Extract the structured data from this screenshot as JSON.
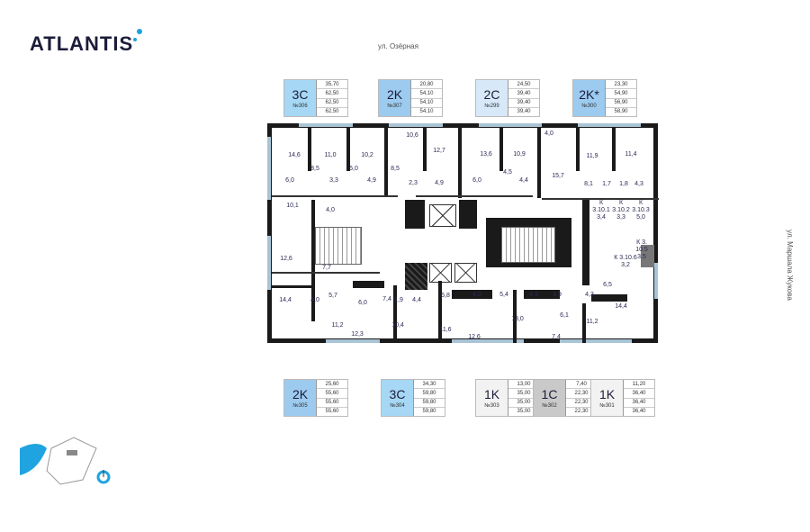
{
  "brand": {
    "name": "ATLANTIS",
    "accent": "#1aa3e0"
  },
  "streets": {
    "top": "ул. Озёрная",
    "right": "ул. Маршала Жукова"
  },
  "colors": {
    "3C": "#a6d7f4",
    "2K": "#9ccbef",
    "2C": "#d7e9f8",
    "1K": "#f2f2f2",
    "1C": "#c9c9c9"
  },
  "top_cards": [
    {
      "type": "3C",
      "number": "№306",
      "values": [
        "35,70",
        "62,50",
        "62,50",
        "62,50"
      ]
    },
    {
      "type": "2K",
      "number": "№307",
      "values": [
        "20,80",
        "54,10",
        "54,10",
        "54,10"
      ]
    },
    {
      "type": "2C",
      "number": "№299",
      "values": [
        "24,50",
        "39,40",
        "39,40",
        "39,40"
      ]
    },
    {
      "type": "2K*",
      "number": "№300",
      "values": [
        "23,30",
        "54,90",
        "56,90",
        "58,90"
      ]
    }
  ],
  "bottom_cards": [
    {
      "type": "2K",
      "number": "№305",
      "values": [
        "25,60",
        "55,60",
        "55,60",
        "55,60"
      ]
    },
    {
      "type": "3C",
      "number": "№304",
      "values": [
        "34,30",
        "59,80",
        "59,80",
        "59,80"
      ]
    },
    {
      "type": "1K",
      "number": "№303",
      "values": [
        "13,00",
        "35,00",
        "35,00",
        "35,00"
      ]
    },
    {
      "type": "1C",
      "number": "№302",
      "values": [
        "7,40",
        "22,30",
        "22,30",
        "22,30"
      ]
    },
    {
      "type": "1K",
      "number": "№301",
      "values": [
        "11,20",
        "36,40",
        "36,40",
        "36,40"
      ]
    }
  ],
  "rooms": [
    "14,6",
    "11,0",
    "10,2",
    "10,6",
    "12,7",
    "8,5",
    "5,0",
    "8,5",
    "6,0",
    "3,3",
    "4,9",
    "2,3",
    "4,9",
    "10,1",
    "4,0",
    "13,6",
    "10,9",
    "4,0",
    "15,7",
    "11,9",
    "11,4",
    "4,5",
    "6,0",
    "4,4",
    "8,1",
    "1,7",
    "1,8",
    "4,3",
    "К\n3.10.1\n3,4",
    "К\n3.10.2\n3,3",
    "К\n3.10.3\n5,0",
    "12,6",
    "7,7",
    "14,4",
    "4,0",
    "5,7",
    "6,0",
    "7,4",
    "1,9",
    "4,4",
    "5,8",
    "11,2",
    "12,3",
    "10,4",
    "11,6",
    "К 3.\n10.5\n3,5",
    "К 3.10.6\n3,2",
    "4,0",
    "5,4",
    "4,9",
    "3,9",
    "4,3",
    "6,5",
    "14,4",
    "13,0",
    "6,1",
    "11,2",
    "12,6",
    "7,4"
  ]
}
